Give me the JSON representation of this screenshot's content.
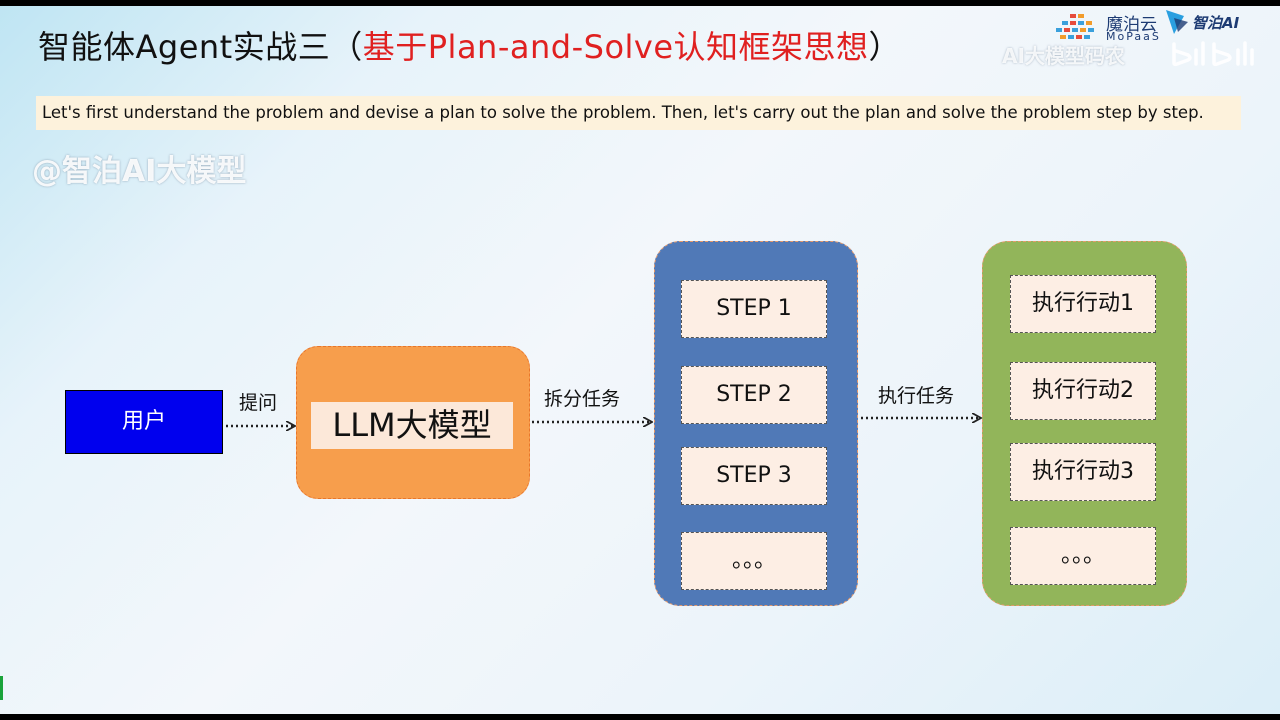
{
  "title": {
    "prefix": "智能体Agent实战三",
    "open_paren": "（",
    "highlight": "基于Plan-and-Solve认知框架思想",
    "close_paren": "）"
  },
  "quote": "Let's first understand the problem and devise a plan to solve the problem. Then, let's carry out the plan and solve the problem step by step.",
  "watermarks": {
    "logo_name": "魔泊云",
    "logo_sub": "MoPaaS",
    "logo_name2": "智泊AI",
    "right_text": "AI大模型码农",
    "left_text": "@智泊AI大模型"
  },
  "diagram": {
    "user": "用户",
    "arrow1": "提问",
    "llm": "LLM大模型",
    "arrow2": "拆分任务",
    "steps": [
      "STEP 1",
      "STEP 2",
      "STEP 3",
      "。。。"
    ],
    "arrow3": "执行任务",
    "actions": [
      "执行行动1",
      "执行行动2",
      "执行行动3",
      "。。。"
    ]
  },
  "colors": {
    "user_box": "#0000ee",
    "llm_box": "#f79e4c",
    "steps_column": "#5079b7",
    "actions_column": "#92b55a",
    "title_highlight": "#e02020"
  }
}
